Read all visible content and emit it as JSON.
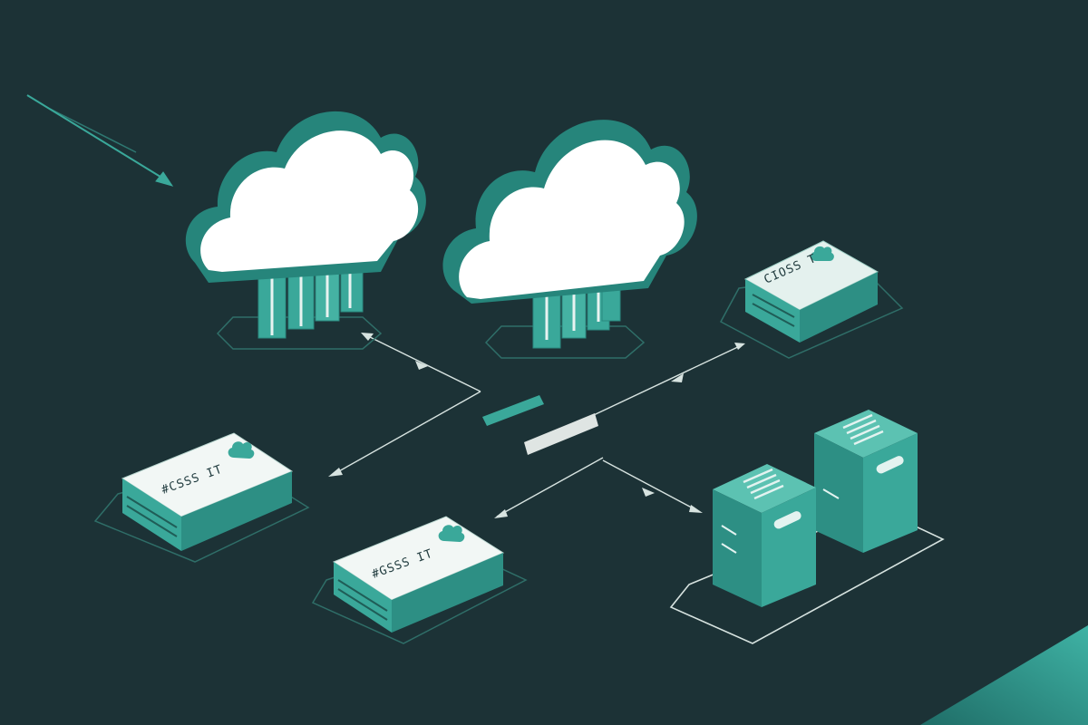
{
  "colors": {
    "background": "#1c3236",
    "accent_teal": "#3aa89a",
    "teal_dark": "#236f67",
    "cloud_white": "#ffffff",
    "device_top": "#e9f4f1",
    "connector_line": "#d7e3e0"
  },
  "devices": {
    "right_top": {
      "label": "CIOSS T",
      "icon": "cloud-icon"
    },
    "left_middle": {
      "label": "#CSSS IT",
      "icon": "cloud-icon"
    },
    "center_bottom": {
      "label": "#GSSS IT",
      "icon": "cloud-icon"
    }
  },
  "icons": [
    "cloud-icon",
    "server-tower-icon",
    "device-box-icon",
    "arrow-icon"
  ]
}
